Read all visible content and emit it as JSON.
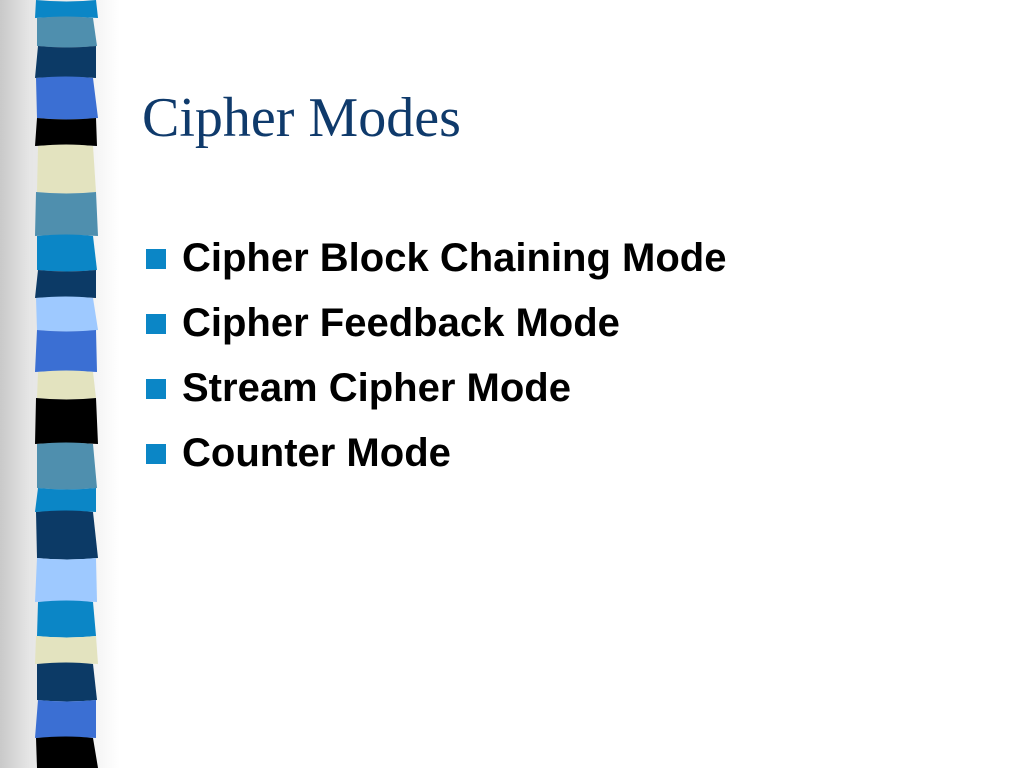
{
  "slide": {
    "title": "Cipher Modes",
    "bullets": [
      "Cipher Block Chaining Mode",
      "Cipher Feedback Mode",
      "Stream Cipher Mode",
      "Counter Mode"
    ]
  },
  "colors": {
    "title": "#0f3a6b",
    "bullet_marker": "#0b86c6",
    "text": "#000000",
    "strip_palette": [
      "#0b86c6",
      "#3b6fd3",
      "#0c3a66",
      "#000000",
      "#e3e3bf",
      "#4f8fae",
      "#9ec9ff"
    ]
  }
}
